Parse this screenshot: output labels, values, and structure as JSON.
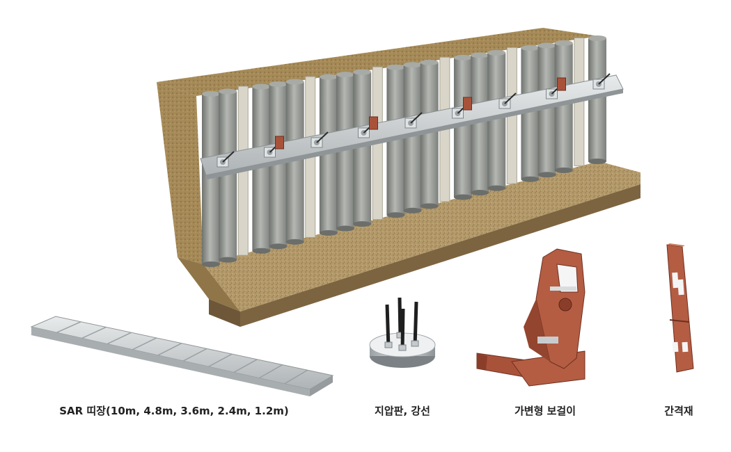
{
  "labels": {
    "rail": "SAR 띠장(10m, 4.8m, 3.6m, 2.4m, 1.2m)",
    "anchor": "지압판, 강선",
    "bracket": "가변형 보걸이",
    "spacer": "간격재"
  },
  "colors": {
    "soil": "#b49a6a",
    "soil_side": "#9b8153",
    "pile": "#9a9d98",
    "plate": "#d6d4c8",
    "rail_steel": "#cfd4d6",
    "bracket": "#a9523a"
  }
}
